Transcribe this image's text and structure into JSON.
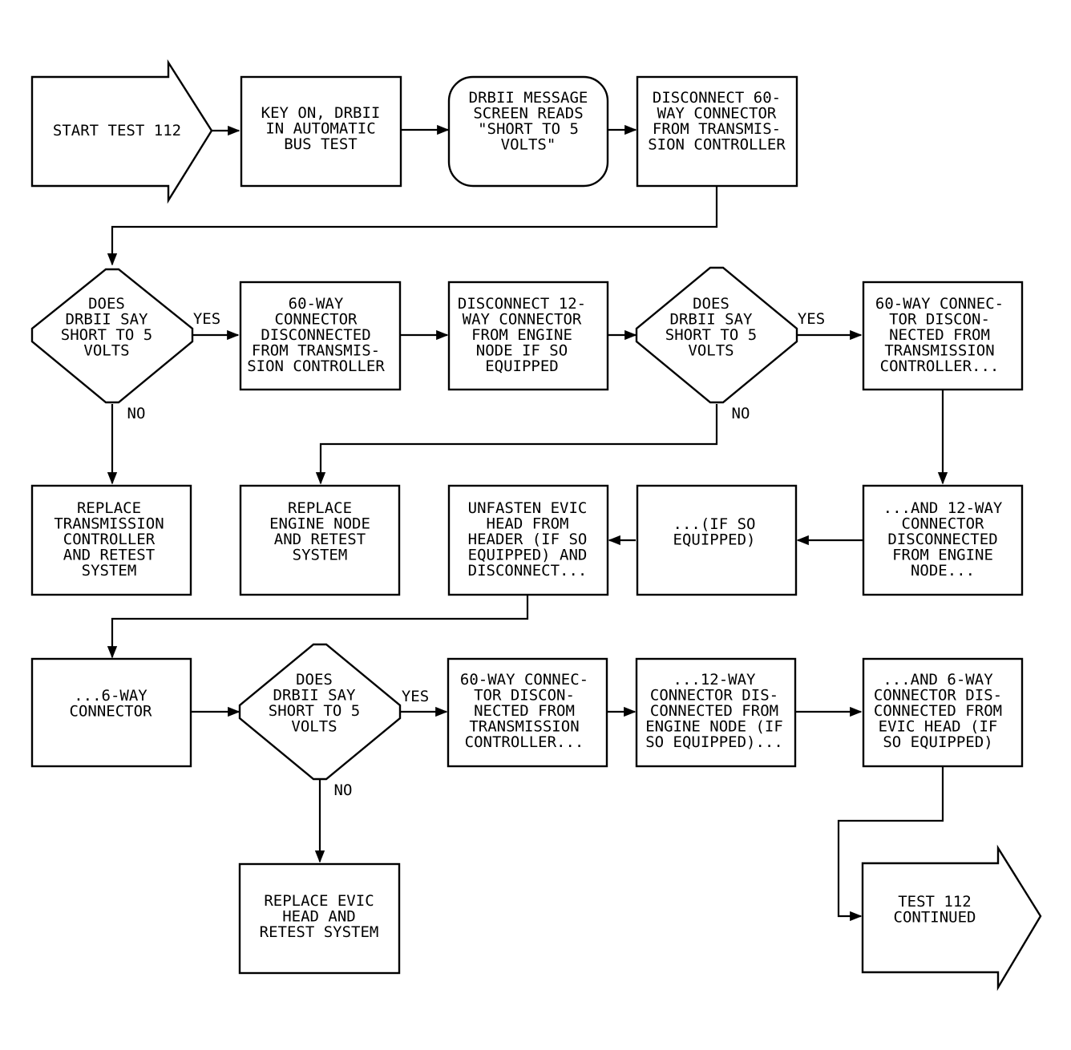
{
  "nodes": {
    "start": [
      "START TEST 112"
    ],
    "key_on": [
      "KEY ON, DRBII",
      "IN AUTOMATIC",
      "BUS TEST"
    ],
    "message": [
      "DRBII MESSAGE",
      "SCREEN READS",
      "\"SHORT TO 5",
      "VOLTS\""
    ],
    "disconnect60": [
      "DISCONNECT 60-",
      "WAY CONNECTOR",
      "FROM TRANSMIS-",
      "SION CONTROLLER"
    ],
    "decision1": [
      "DOES",
      "DRBII SAY",
      "SHORT TO 5",
      "VOLTS"
    ],
    "box60_disc": [
      "60-WAY",
      "CONNECTOR",
      "DISCONNECTED",
      "FROM TRANSMIS-",
      "SION CONTROLLER"
    ],
    "disconnect12": [
      "DISCONNECT 12-",
      "WAY CONNECTOR",
      "FROM ENGINE",
      "NODE IF SO",
      "EQUIPPED"
    ],
    "decision2": [
      "DOES",
      "DRBII SAY",
      "SHORT TO 5",
      "VOLTS"
    ],
    "box60_r2": [
      "60-WAY CONNEC-",
      "TOR DISCON-",
      "NECTED FROM",
      "TRANSMISSION",
      "CONTROLLER..."
    ],
    "replace_tc": [
      "REPLACE",
      "TRANSMISSION",
      "CONTROLLER",
      "AND RETEST",
      "SYSTEM"
    ],
    "replace_en": [
      "REPLACE",
      "ENGINE NODE",
      "AND RETEST",
      "SYSTEM"
    ],
    "unfasten": [
      "UNFASTEN EVIC",
      "HEAD FROM",
      "HEADER (IF SO",
      "EQUIPPED) AND",
      "DISCONNECT..."
    ],
    "if_so": [
      "...(IF SO",
      "EQUIPPED)"
    ],
    "and12": [
      "...AND 12-WAY",
      "CONNECTOR",
      "DISCONNECTED",
      "FROM ENGINE",
      "NODE..."
    ],
    "six_way": [
      "...6-WAY",
      "CONNECTOR"
    ],
    "decision3": [
      "DOES",
      "DRBII SAY",
      "SHORT TO 5",
      "VOLTS"
    ],
    "box60_r4": [
      "60-WAY CONNEC-",
      "TOR DISCON-",
      "NECTED FROM",
      "TRANSMISSION",
      "CONTROLLER..."
    ],
    "box12_r4": [
      "...12-WAY",
      "CONNECTOR DIS-",
      "CONNECTED FROM",
      "ENGINE NODE (IF",
      "SO EQUIPPED)..."
    ],
    "and6": [
      "...AND 6-WAY",
      "CONNECTOR DIS-",
      "CONNECTED FROM",
      "EVIC HEAD (IF",
      "SO EQUIPPED)"
    ],
    "replace_evic": [
      "REPLACE EVIC",
      "HEAD AND",
      "RETEST SYSTEM"
    ],
    "continued": [
      "TEST 112",
      "CONTINUED"
    ]
  },
  "branch_labels": {
    "yes": "YES",
    "no": "NO"
  }
}
